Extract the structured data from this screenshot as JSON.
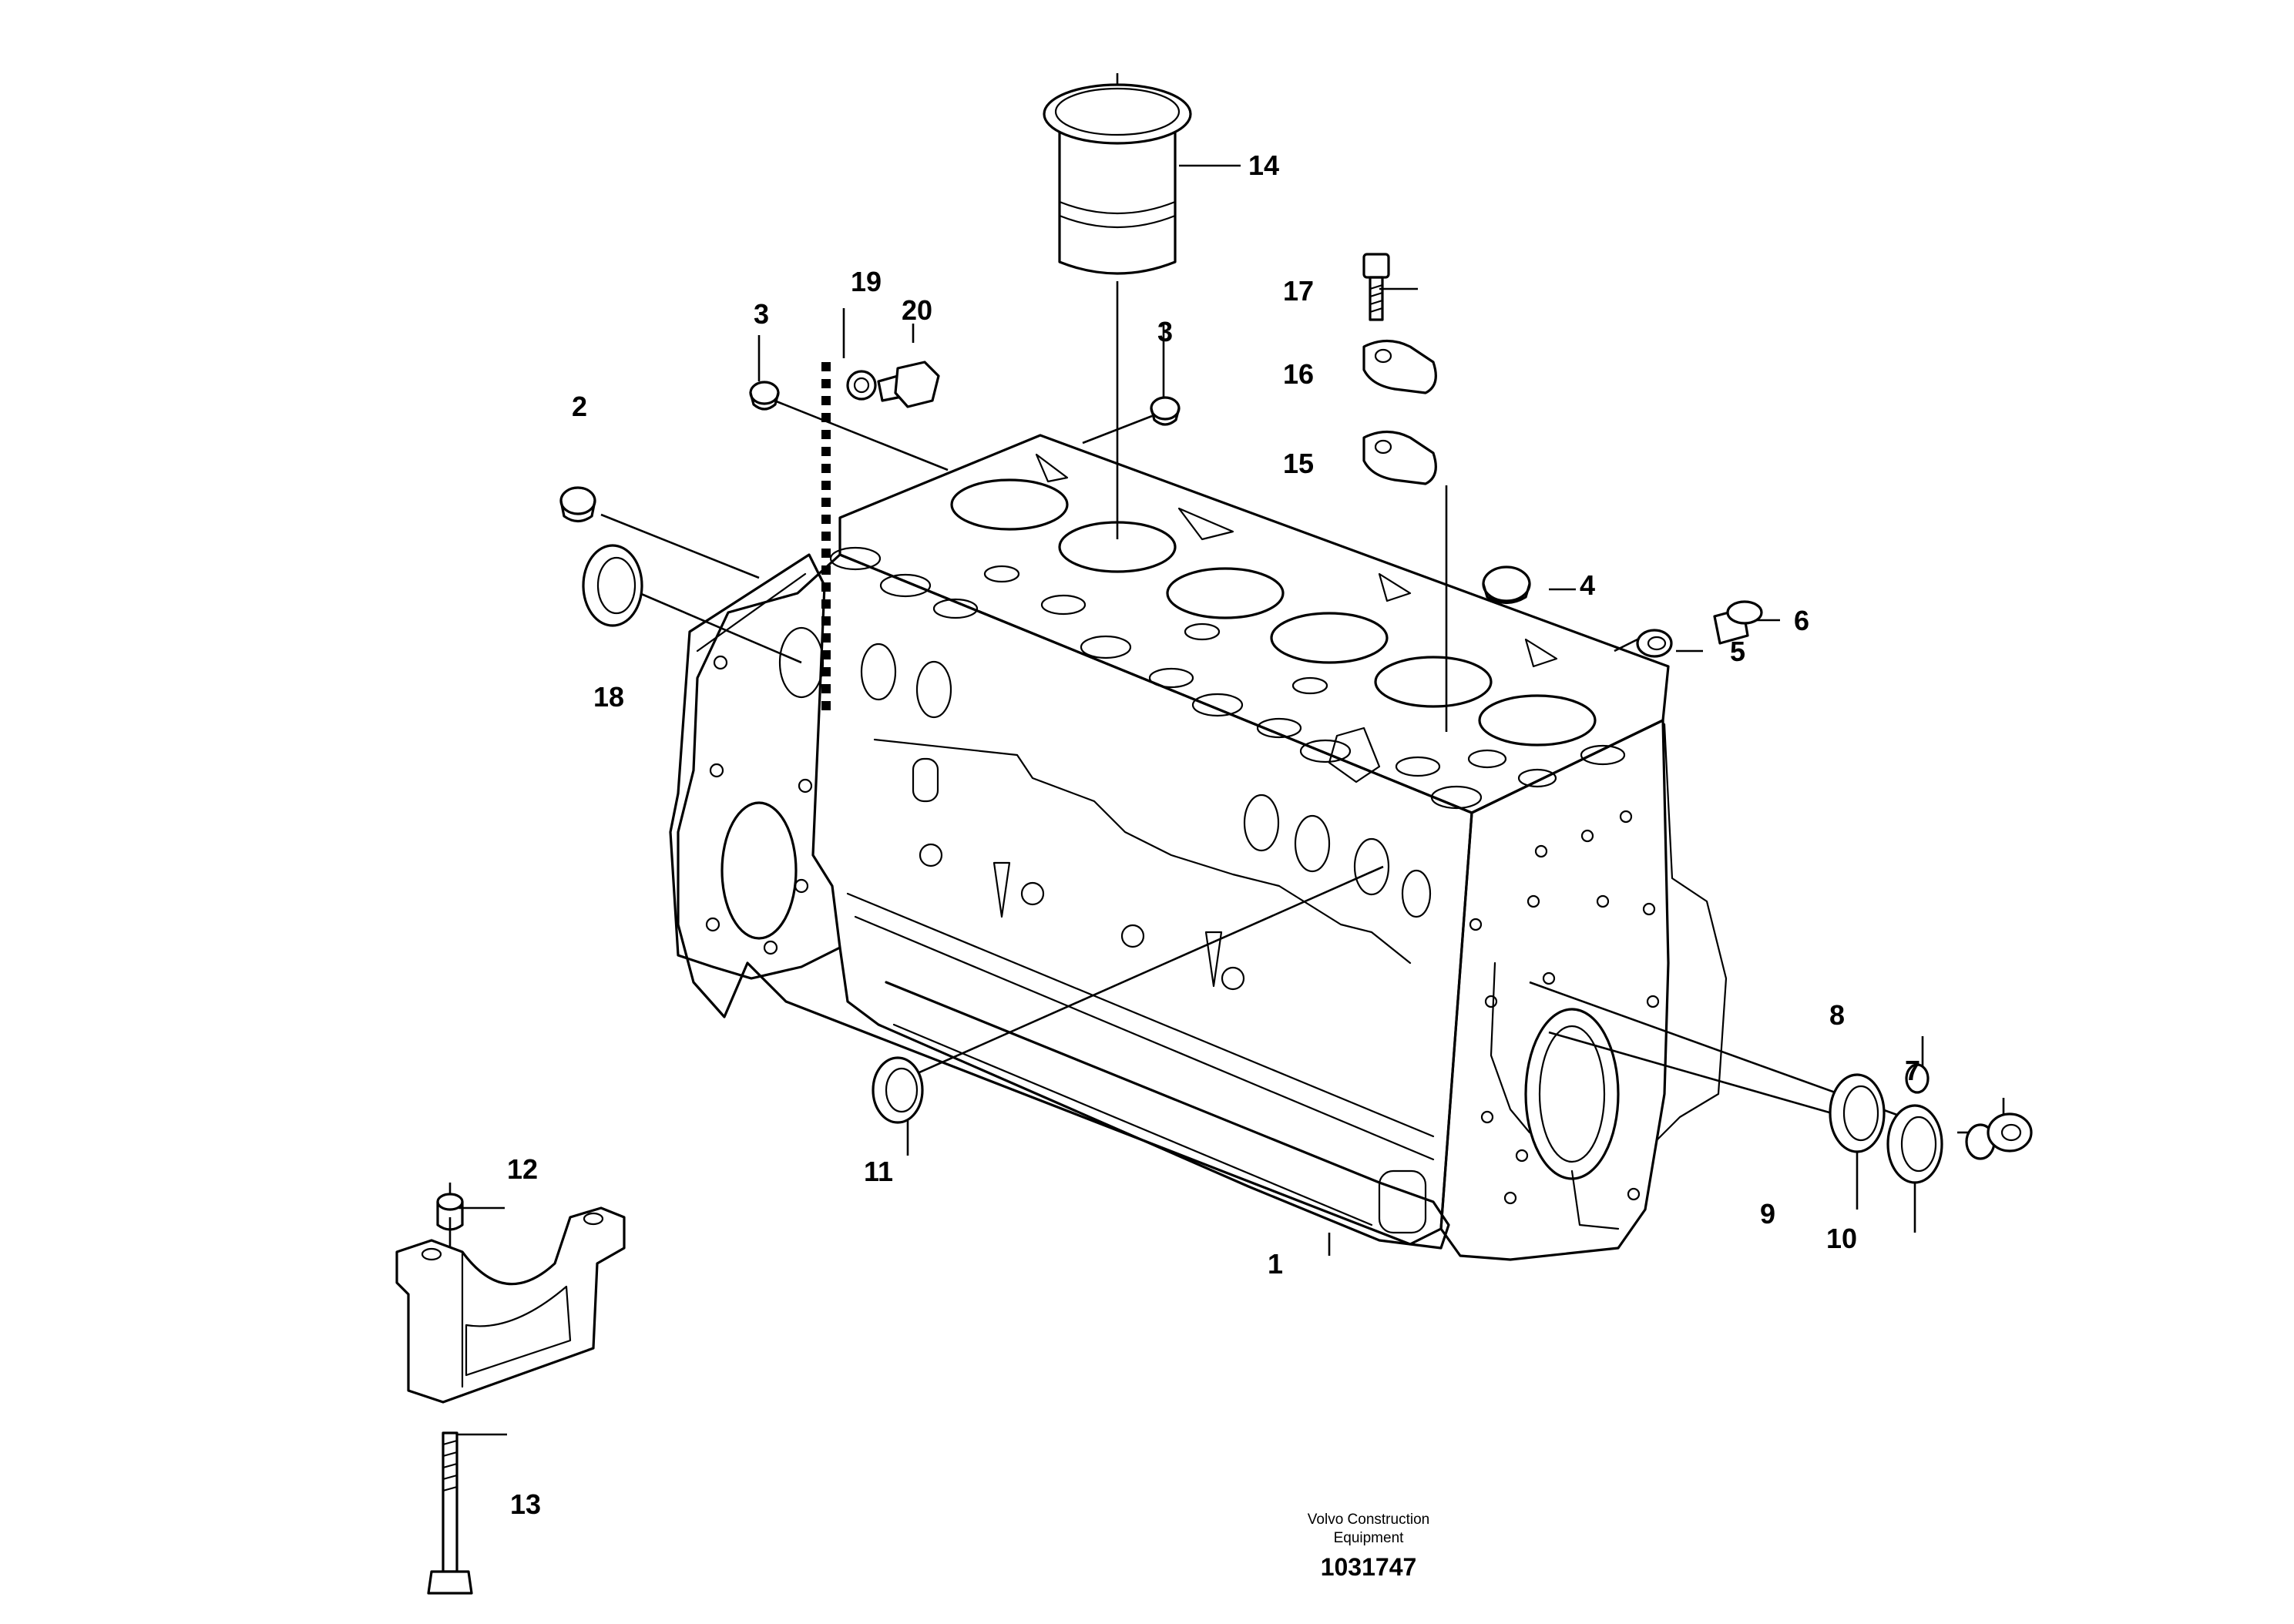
{
  "diagram": {
    "callouts": [
      "1",
      "2",
      "3",
      "3",
      "4",
      "5",
      "6",
      "7",
      "8",
      "9",
      "10",
      "11",
      "12",
      "13",
      "14",
      "15",
      "16",
      "17",
      "18",
      "19",
      "20"
    ],
    "footer": {
      "line1": "Volvo Construction",
      "line2": "Equipment",
      "drawing_number": "1031747"
    }
  }
}
